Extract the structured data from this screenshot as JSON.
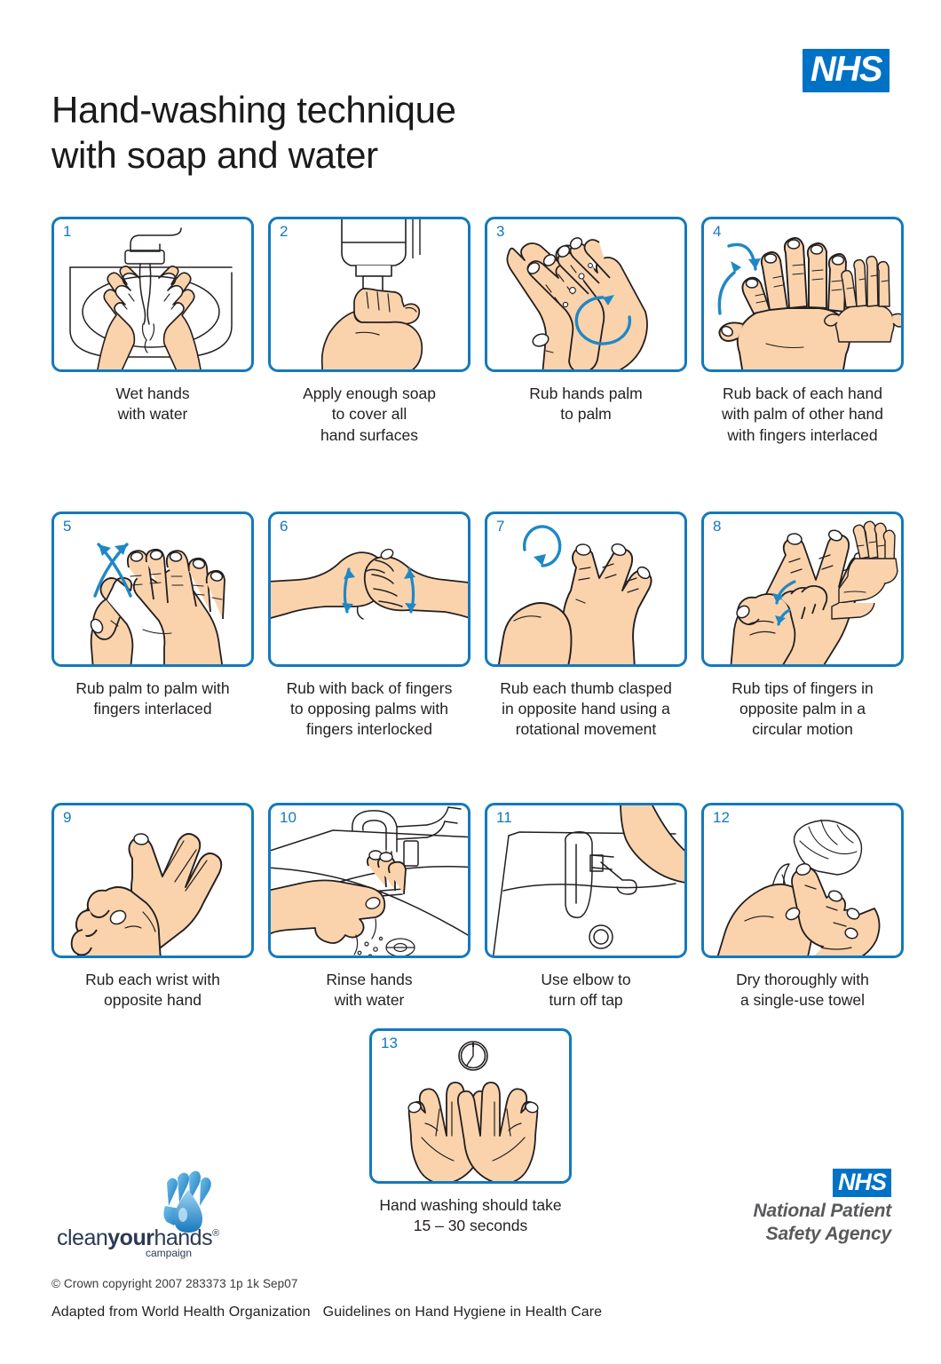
{
  "header": {
    "nhs_logo": "NHS",
    "title_line1": "Hand-washing technique",
    "title_line2": "with soap and water",
    "brand_blue": "#0072C6",
    "panel_blue": "#1479BE",
    "skin": "#FAD3AC"
  },
  "steps": [
    {
      "number": "1",
      "icon": "wet-hands-under-tap-icon",
      "caption_lines": [
        "Wet hands",
        "with water"
      ]
    },
    {
      "number": "2",
      "icon": "soap-dispenser-icon",
      "caption_lines": [
        "Apply enough soap",
        "to cover all",
        "hand surfaces"
      ]
    },
    {
      "number": "3",
      "icon": "palm-to-palm-icon",
      "caption_lines": [
        "Rub hands palm",
        "to palm"
      ]
    },
    {
      "number": "4",
      "icon": "back-of-hand-interlaced-icon",
      "caption_lines": [
        "Rub back of each hand",
        "with palm of other hand",
        "with fingers interlaced"
      ]
    },
    {
      "number": "5",
      "icon": "palm-to-palm-interlaced-icon",
      "caption_lines": [
        "Rub palm to palm with",
        "fingers interlaced"
      ]
    },
    {
      "number": "6",
      "icon": "back-of-fingers-interlocked-icon",
      "caption_lines": [
        "Rub with back of fingers",
        "to opposing palms with",
        "fingers interlocked"
      ]
    },
    {
      "number": "7",
      "icon": "thumb-rotational-icon",
      "caption_lines": [
        "Rub each thumb clasped",
        "in opposite hand using a",
        "rotational movement"
      ]
    },
    {
      "number": "8",
      "icon": "fingertips-circular-icon",
      "caption_lines": [
        "Rub tips of fingers in",
        "opposite palm in a",
        "circular motion"
      ]
    },
    {
      "number": "9",
      "icon": "wrist-rub-icon",
      "caption_lines": [
        "Rub each wrist with",
        "opposite hand"
      ]
    },
    {
      "number": "10",
      "icon": "rinse-hands-tap-icon",
      "caption_lines": [
        "Rinse hands",
        "with water"
      ]
    },
    {
      "number": "11",
      "icon": "elbow-turn-off-tap-icon",
      "caption_lines": [
        "Use elbow to",
        "turn off tap"
      ]
    },
    {
      "number": "12",
      "icon": "dry-with-towel-icon",
      "caption_lines": [
        "Dry thoroughly with",
        "a single-use towel"
      ]
    }
  ],
  "final_step": {
    "number": "13",
    "icon": "clock-open-hands-icon",
    "caption_lines": [
      "Hand washing should take",
      "15 – 30 seconds"
    ]
  },
  "footer": {
    "clean_your_hands": {
      "part1": "clean",
      "part2": "your",
      "part3": "hands",
      "registered": "®",
      "sub": "campaign",
      "logo_icon": "hand-with-water-droplet-icon"
    },
    "npsa": {
      "nhs": "NHS",
      "line1": "National Patient",
      "line2": "Safety Agency"
    },
    "copyright": "© Crown copyright 2007 283373 1p 1k Sep07",
    "adapted_part1": "Adapted from World Health Organization",
    "adapted_part2": "Guidelines on Hand Hygiene in Health Care"
  }
}
